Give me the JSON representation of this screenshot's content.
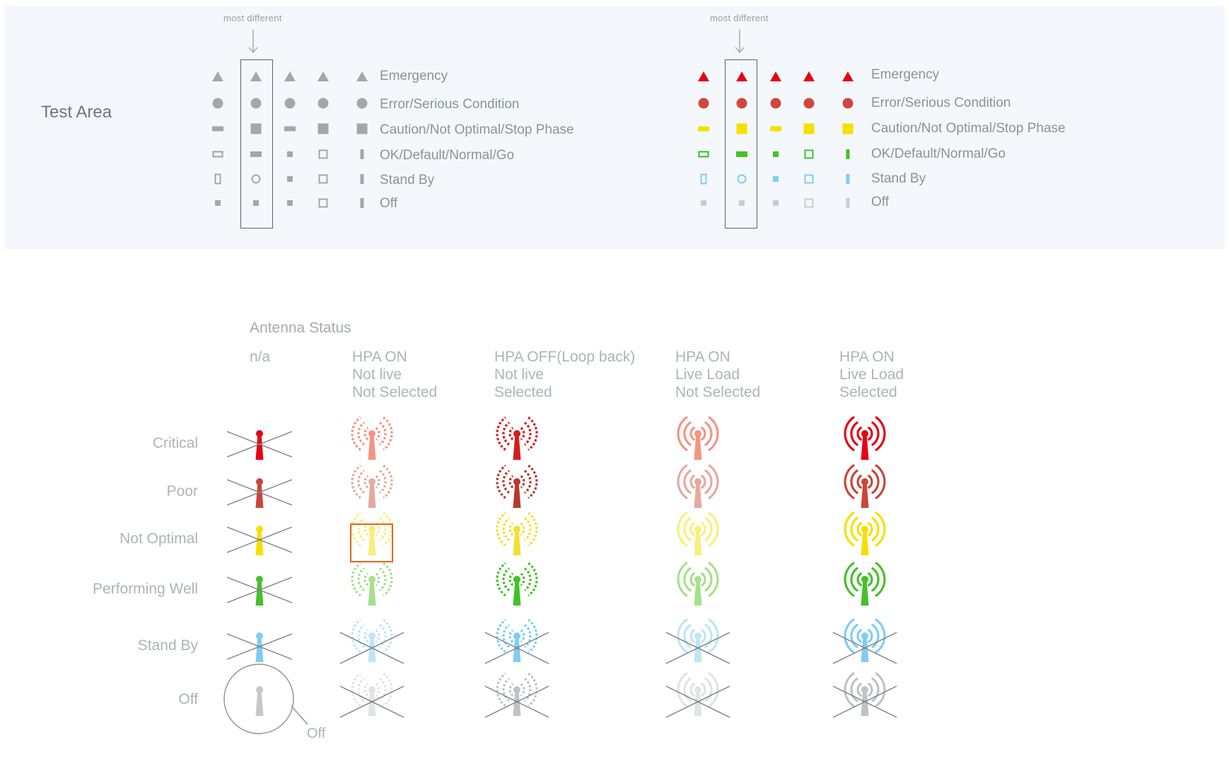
{
  "test_area": {
    "title": "Test Area",
    "hint_left": "most different",
    "hint_right": "most different",
    "legend_labels": [
      "Emergency",
      "Error/Serious Condition",
      "Caution/Not Optimal/Stop Phase",
      "OK/Default/Normal/Go",
      "Stand By",
      "Off"
    ],
    "grey_color": "#a3a7ac",
    "status_colors": [
      "#e30614",
      "#d2473b",
      "#f5e000",
      "#45c12b",
      "#7fcdf2",
      "#c9ccd0"
    ],
    "symbol_grid_icons": [
      [
        "triangle-icon",
        "triangle-icon",
        "triangle-icon",
        "triangle-icon",
        "triangle-icon"
      ],
      [
        "circle-icon",
        "circle-icon",
        "circle-icon",
        "circle-icon",
        "circle-icon"
      ],
      [
        "dash-icon",
        "square-icon",
        "dash-icon",
        "square-icon",
        "square-icon"
      ],
      [
        "outlined-rect-icon",
        "rect-icon",
        "small-square-icon",
        "outlined-square-icon",
        "vertical-bar-icon"
      ],
      [
        "outlined-vertical-rect-icon",
        "ring-icon",
        "small-square-icon",
        "outlined-square-icon",
        "vertical-bar-icon"
      ],
      [
        "small-square-icon",
        "small-square-icon",
        "small-square-icon",
        "outlined-square-icon",
        "vertical-bar-icon"
      ]
    ]
  },
  "antenna_status": {
    "title": "Antenna Status",
    "columns": [
      {
        "lines": [
          "n/a"
        ]
      },
      {
        "lines": [
          "HPA ON",
          "Not live",
          "Not Selected"
        ]
      },
      {
        "lines": [
          "HPA OFF(Loop back)",
          "Not live",
          "Selected"
        ]
      },
      {
        "lines": [
          "HPA ON",
          "Live Load",
          "Not Selected"
        ]
      },
      {
        "lines": [
          "HPA ON",
          "Live Load",
          "Selected"
        ]
      }
    ],
    "rows": [
      {
        "label": "Critical",
        "colors": [
          "#e30614",
          "#f29585",
          "#d41e1e",
          "#f29585",
          "#e30614"
        ]
      },
      {
        "label": "Poor",
        "colors": [
          "#c8473a",
          "#e4aaa0",
          "#b53a2e",
          "#e4aaa0",
          "#c8473a"
        ]
      },
      {
        "label": "Not Optimal",
        "colors": [
          "#f5e000",
          "#f8ef7d",
          "#f2e032",
          "#f8ef7d",
          "#f5e000"
        ]
      },
      {
        "label": "Performing Well",
        "colors": [
          "#45c12b",
          "#a6e08c",
          "#43c129",
          "#a6e08c",
          "#45c12b"
        ]
      },
      {
        "label": "Stand By",
        "colors": [
          "#7fcdf2",
          "#bfe5f8",
          "#7fcdf2",
          "#bfe5f8",
          "#7fcdf2"
        ]
      },
      {
        "label": "Off",
        "colors": [
          "#c4c7cb",
          "#e1e3e6",
          "#bfc2c6",
          "#e1e3e6",
          "#bfc2c6"
        ]
      }
    ],
    "off_note": "Off",
    "highlighted_cell": {
      "row": "Not Optimal",
      "column": "HPA ON / Not live / Not Selected"
    },
    "highlight_color": "#e8641c",
    "cross_color": "#7d8085",
    "icons": {
      "antenna": "antenna-icon",
      "crossed": "cross-icon",
      "off_circle": "circle-outline-icon"
    }
  }
}
